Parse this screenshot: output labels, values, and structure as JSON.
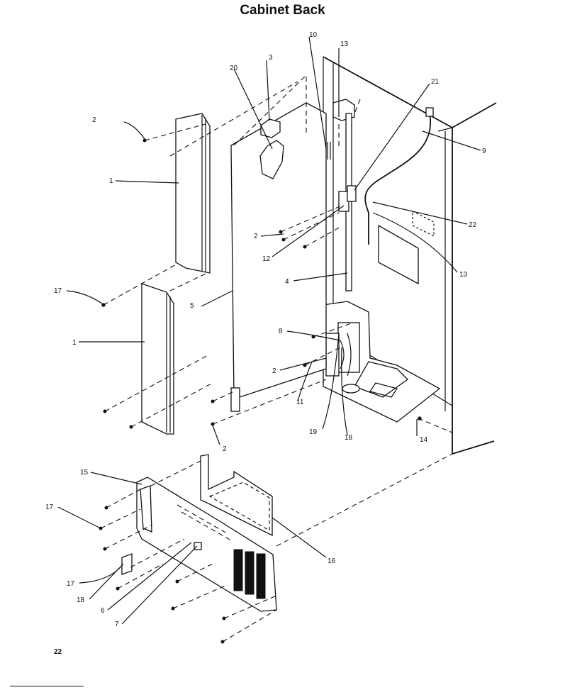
{
  "title": "Cabinet Back",
  "page_number": "22",
  "callouts": [
    "1",
    "1",
    "2",
    "2",
    "2",
    "2",
    "3",
    "4",
    "5",
    "6",
    "7",
    "8",
    "9",
    "10",
    "11",
    "12",
    "13",
    "13",
    "14",
    "15",
    "16",
    "17",
    "17",
    "17",
    "18",
    "18",
    "19",
    "20",
    "21",
    "22"
  ],
  "labels": {
    "c1a": "1",
    "c1b": "1",
    "c2a": "2",
    "c2b": "2",
    "c2c": "2",
    "c2d": "2",
    "c3": "3",
    "c4": "4",
    "c5": "5",
    "c6": "6",
    "c7": "7",
    "c8": "8",
    "c9": "9",
    "c10": "10",
    "c11": "11",
    "c12": "12",
    "c13a": "13",
    "c13b": "13",
    "c14": "14",
    "c15": "15",
    "c16": "16",
    "c17a": "17",
    "c17b": "17",
    "c17c": "17",
    "c18a": "18",
    "c18b": "18",
    "c19": "19",
    "c20": "20",
    "c21": "21",
    "c22": "22"
  }
}
